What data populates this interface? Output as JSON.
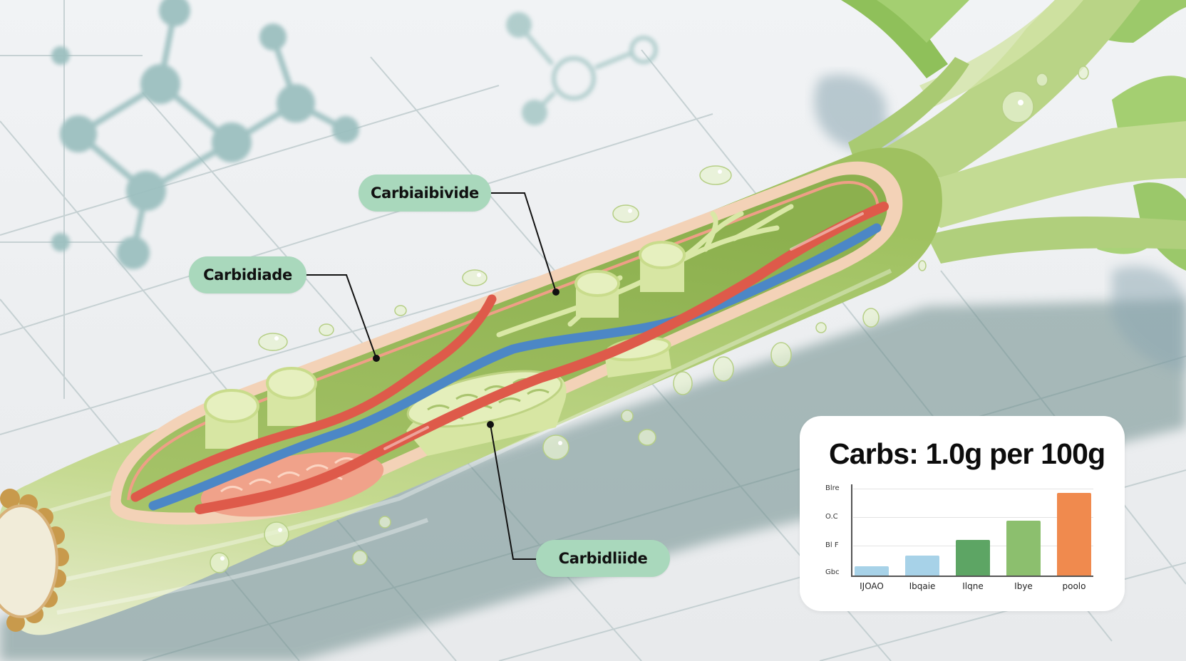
{
  "illustration": {
    "subject": "celery stalk cross-section",
    "colors": {
      "background": "#eef0f2",
      "molecule": "#9cc0c0",
      "stalk_light": "#e9efcf",
      "stalk_mid": "#b5cf7f",
      "stalk_dark": "#8db256",
      "cavity": "#9dbd5b",
      "membrane": "#f2a88e",
      "vessel_red": "#e0574a",
      "vessel_blue": "#4f88c6",
      "bundle": "#d8e8a8",
      "cut_end_ring": "#c89a4c",
      "shadow": "#6e8e8e"
    }
  },
  "callouts": [
    {
      "label": "Carbiaibivide"
    },
    {
      "label": "Carbidiade"
    },
    {
      "label": "Carbidliide"
    }
  ],
  "card": {
    "title": "Carbs: 1.0g per 100g"
  },
  "chart_data": {
    "type": "bar",
    "title": "Carbs: 1.0g per 100g",
    "xlabel": "",
    "ylabel": "",
    "categories": [
      "IJOAO",
      "Ibqaie",
      "Ilqne",
      "Ibye",
      "poolo"
    ],
    "values": [
      0.11,
      0.23,
      0.41,
      0.63,
      0.95
    ],
    "colors": [
      "#a7d2e8",
      "#a7d2e8",
      "#5da564",
      "#8cbf6e",
      "#f08a4e"
    ],
    "y_tick_labels": [
      "Gbc",
      "Bl F",
      "O.C",
      "Blre"
    ],
    "ylim": [
      0,
      1.0
    ],
    "grid": true,
    "legend": null
  }
}
